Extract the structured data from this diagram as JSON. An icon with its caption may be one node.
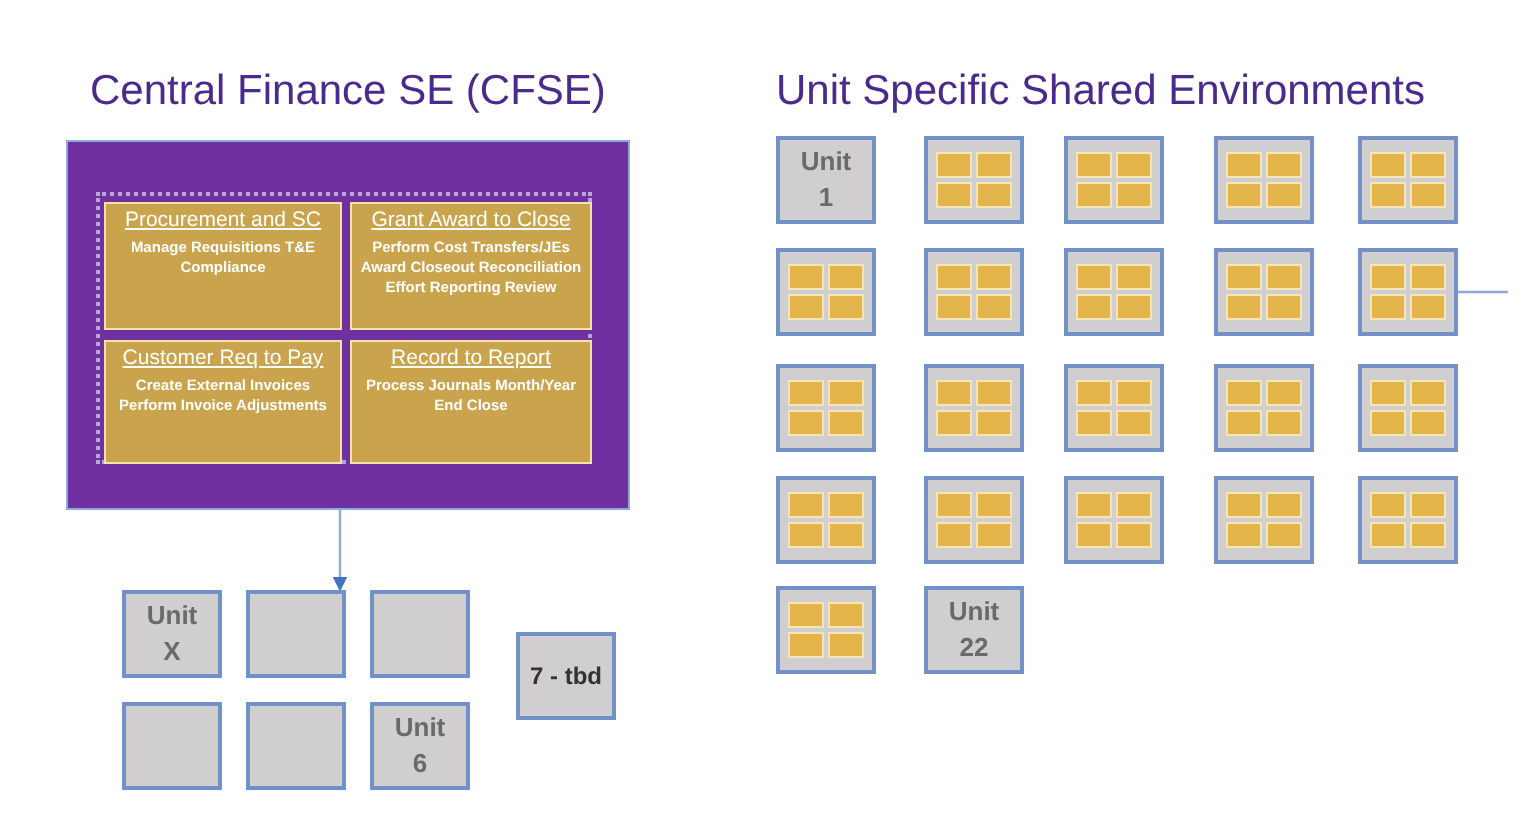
{
  "diagram": {
    "nodes": [
      {
        "text": [],
        "shape": "box"
      },
      {
        "text": [],
        "shape": "box",
        "in": 0
      },
      {
        "text": [
          "Procurement and SC",
          "Manage Requisitions T&E Compliance"
        ],
        "in": 1
      },
      {
        "text": [
          "Grant Award to Close",
          "Perform Cost Transfers/JEs Award Closeout Reconciliation Effort Reporting Review"
        ],
        "in": 1
      },
      {
        "text": [
          "Customer Req to Pay",
          "Create External Invoices Perform Invoice Adjustments"
        ],
        "in": 1
      },
      {
        "text": [
          "Record to Report",
          "Process Journals Month/Year End Close"
        ],
        "in": 1
      },
      {
        "text": [
          "Unit X"
        ]
      },
      {
        "text": [],
        "shape": "box"
      },
      {
        "text": [],
        "shape": "box"
      },
      {
        "text": [],
        "shape": "box"
      },
      {
        "text": [],
        "shape": "box"
      },
      {
        "text": [
          "Unit 6"
        ]
      },
      {
        "text": [
          "7 - tbd"
        ]
      },
      {
        "text": [
          "Unit 1"
        ]
      },
      {
        "text": [],
        "shape": "picture"
      },
      {
        "text": [],
        "shape": "picture"
      },
      {
        "text": [],
        "shape": "picture"
      },
      {
        "text": [],
        "shape": "picture"
      },
      {
        "text": [],
        "shape": "picture"
      },
      {
        "text": [],
        "shape": "picture"
      },
      {
        "text": [],
        "shape": "picture"
      },
      {
        "text": [],
        "shape": "picture"
      },
      {
        "text": [],
        "shape": "picture"
      },
      {
        "text": [],
        "shape": "picture"
      },
      {
        "text": [],
        "shape": "picture"
      },
      {
        "text": [],
        "shape": "picture"
      },
      {
        "text": [],
        "shape": "picture"
      },
      {
        "text": [],
        "shape": "picture"
      },
      {
        "text": [],
        "shape": "picture"
      },
      {
        "text": [],
        "shape": "picture"
      },
      {
        "text": [],
        "shape": "picture"
      },
      {
        "text": [],
        "shape": "picture"
      },
      {
        "text": [],
        "shape": "picture"
      },
      {
        "text": [],
        "shape": "picture"
      },
      {
        "text": [
          "Unit 22"
        ]
      }
    ],
    "edges": [
      {
        "from": 0,
        "to": 7,
        "arrow": "to"
      },
      {
        "from": 22,
        "to": null,
        "arrow": "none"
      }
    ],
    "labels": [
      "Central Finance SE (CFSE)",
      "Unit Specific Shared Environments"
    ]
  }
}
